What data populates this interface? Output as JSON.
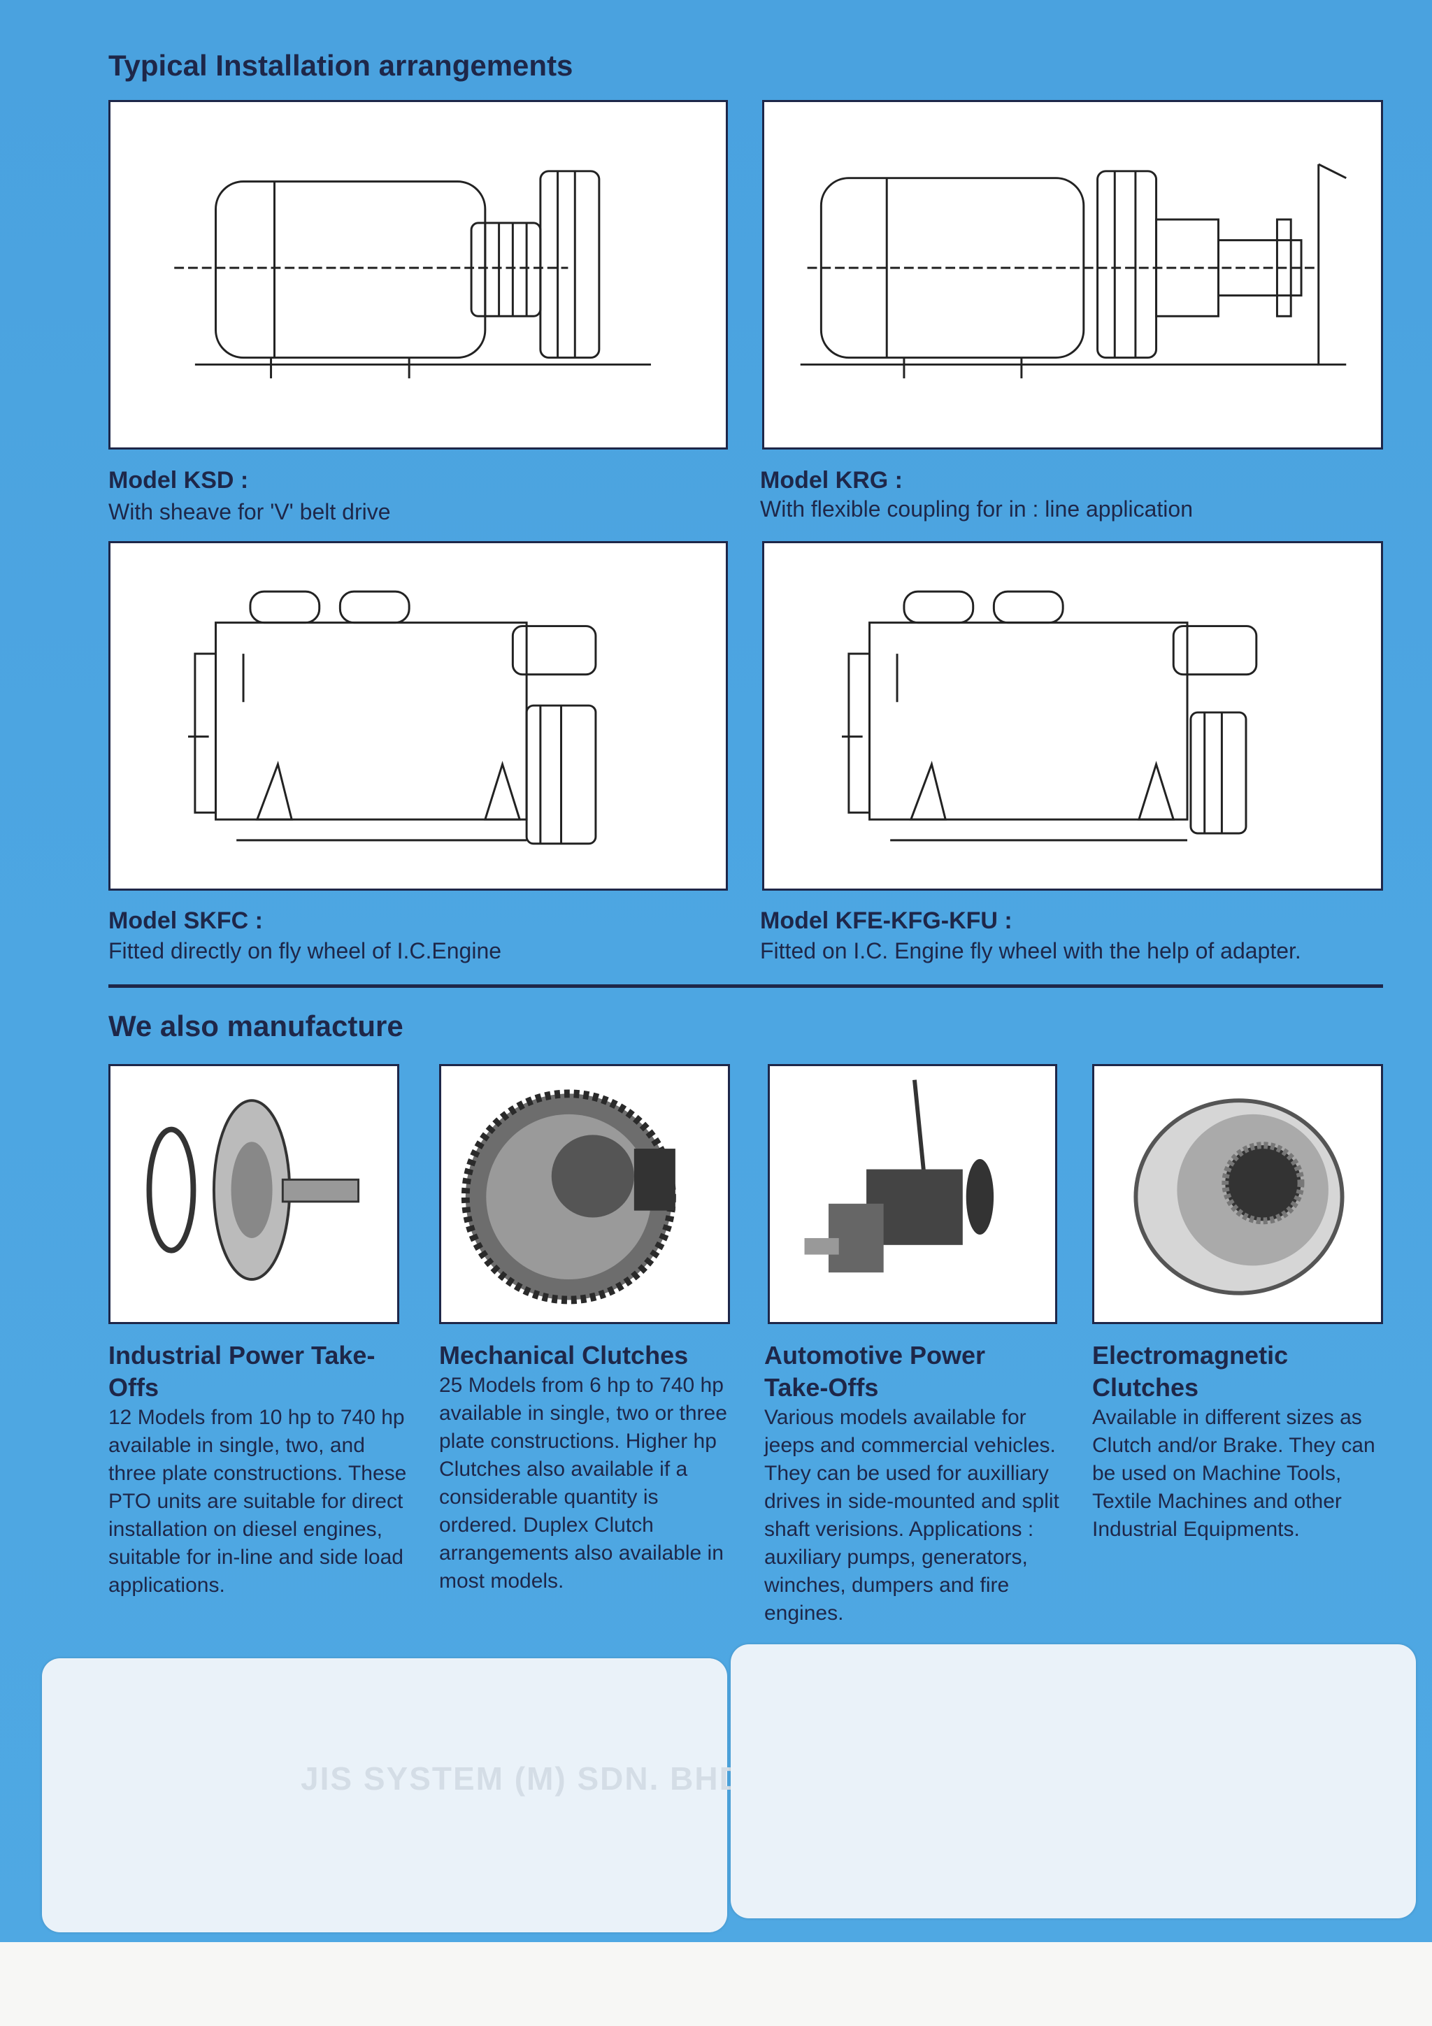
{
  "installation": {
    "heading": "Typical Installation arrangements",
    "models": [
      {
        "title": "Model KSD :",
        "desc": "With sheave for 'V' belt drive"
      },
      {
        "title": "Model KRG :",
        "desc": "With flexible coupling for in : line application"
      },
      {
        "title": "Model SKFC :",
        "desc": "Fitted directly on fly wheel of I.C.Engine"
      },
      {
        "title": "Model KFE-KFG-KFU :",
        "desc": "Fitted on I.C. Engine fly wheel with the help of adapter."
      }
    ]
  },
  "manufacture": {
    "heading": "We also manufacture",
    "products": [
      {
        "title": "Industrial Power Take-Offs",
        "desc": "12 Models from 10 hp to 740 hp available in single, two, and three plate constructions. These PTO units are suitable for direct installation on diesel engines, suitable for in-line and side load applications."
      },
      {
        "title": "Mechanical Clutches",
        "desc": "25 Models from 6 hp to 740 hp available in single, two or three plate constructions. Higher hp Clutches also available if a considerable quantity is ordered. Duplex Clutch arrangements also available in most models."
      },
      {
        "title": "Automotive Power Take-Offs",
        "desc": "Various models available for jeeps and commercial vehicles. They can be used for auxilliary drives in side-mounted and split shaft verisions. Applications : auxiliary pumps, generators, winches, dumpers and fire engines."
      },
      {
        "title": "Electromagnetic Clutches",
        "desc": "Available in different sizes as Clutch and/or Brake. They can be used on Machine Tools, Textile Machines and other Industrial Equipments."
      }
    ]
  },
  "dealer_card": {
    "company": "JIS SYSTEM (M) SDN. BHD."
  }
}
